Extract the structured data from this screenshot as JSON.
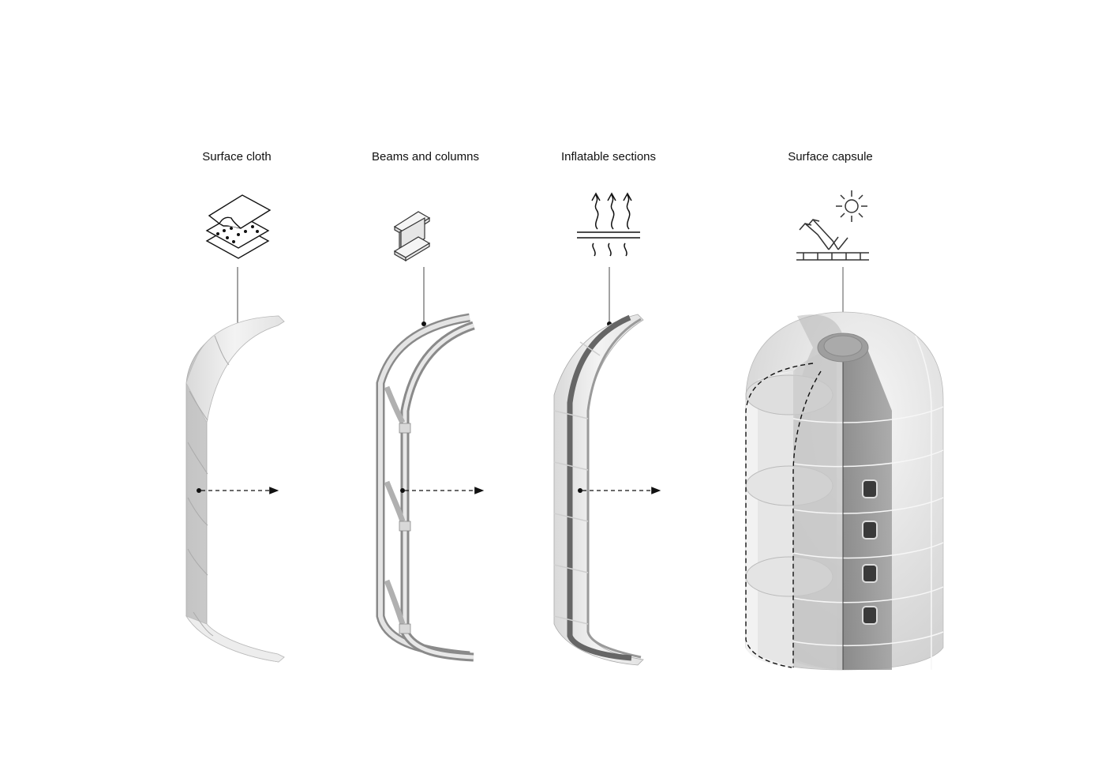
{
  "diagram": {
    "colors": {
      "background": "#ffffff",
      "line": "#111111",
      "light_panel": "#ececec",
      "mid_panel": "#c8c8c8",
      "dark_panel": "#8f8f8f"
    },
    "components": [
      {
        "id": "surface-cloth",
        "label": "Surface cloth",
        "icon": "layered-sheets-icon"
      },
      {
        "id": "beams-columns",
        "label": "Beams and columns",
        "icon": "i-beam-icon"
      },
      {
        "id": "inflatable-sections",
        "label": "Inflatable sections",
        "icon": "rising-air-icon"
      },
      {
        "id": "surface-capsule",
        "label": "Surface capsule",
        "icon": "sun-reflection-icon"
      }
    ],
    "arrows": [
      "surface-cloth -> beams-columns",
      "beams-columns -> inflatable-sections",
      "inflatable-sections -> surface-capsule"
    ]
  }
}
